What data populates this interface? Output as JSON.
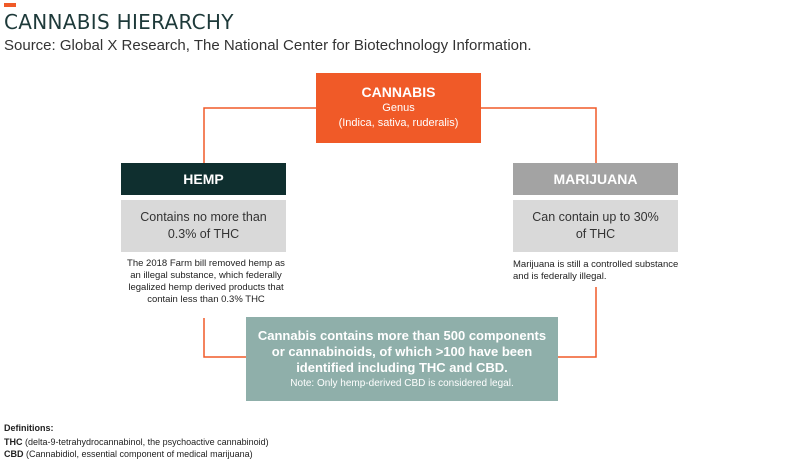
{
  "header": {
    "title": "CANNABIS HIERARCHY",
    "source": "Source: Global X Research, The National Center for Biotechnology Information."
  },
  "colors": {
    "accent": "#f05a28",
    "hemp": "#0f2f2f",
    "marijuana": "#a3a3a3",
    "body_gray": "#d9d9d9",
    "center": "#8fafaa"
  },
  "diagram": {
    "root": {
      "title": "CANNABIS",
      "genus_label": "Genus",
      "species": "(Indica, sativa, ruderalis)"
    },
    "hemp": {
      "title": "HEMP",
      "thc": "Contains no more than 0.3% of THC",
      "note": "The 2018 Farm bill removed hemp as an illegal substance, which federally legalized hemp derived products that contain less than 0.3% THC"
    },
    "marijuana": {
      "title": "MARIJUANA",
      "thc": "Can contain up to 30% of THC",
      "note": "Marijuana is still a controlled substance and is federally illegal."
    },
    "center": {
      "main": "Cannabis contains more than 500 components or cannabinoids, of which >100 have been identified including THC and CBD.",
      "note": "Note: Only hemp-derived CBD is considered legal."
    }
  },
  "definitions": {
    "title": "Definitions:",
    "items": [
      {
        "term": "THC",
        "desc": " (delta-9-tetrahydrocannabinol, the psychoactive cannabinoid)"
      },
      {
        "term": "CBD",
        "desc": " (Cannabidiol, essential component of medical marijuana)"
      }
    ]
  }
}
